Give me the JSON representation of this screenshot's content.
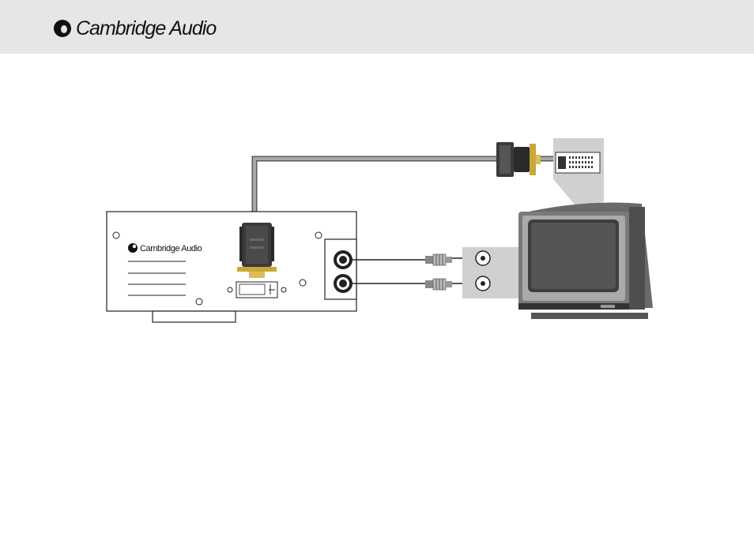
{
  "header": {
    "brand": "Cambridge Audio",
    "background": "#e6e6e6"
  },
  "player": {
    "brand": "Cambridge Audio"
  },
  "icons": {
    "header_logo": "cambridge-audio-logo",
    "dvi_plug": "dvi-connector",
    "rca_plug": "rca-connector",
    "tv": "crt-television"
  },
  "colors": {
    "cable": "#8a8a8a",
    "connector_gold": "#c8a83a",
    "callout": "#d0d0d0"
  }
}
